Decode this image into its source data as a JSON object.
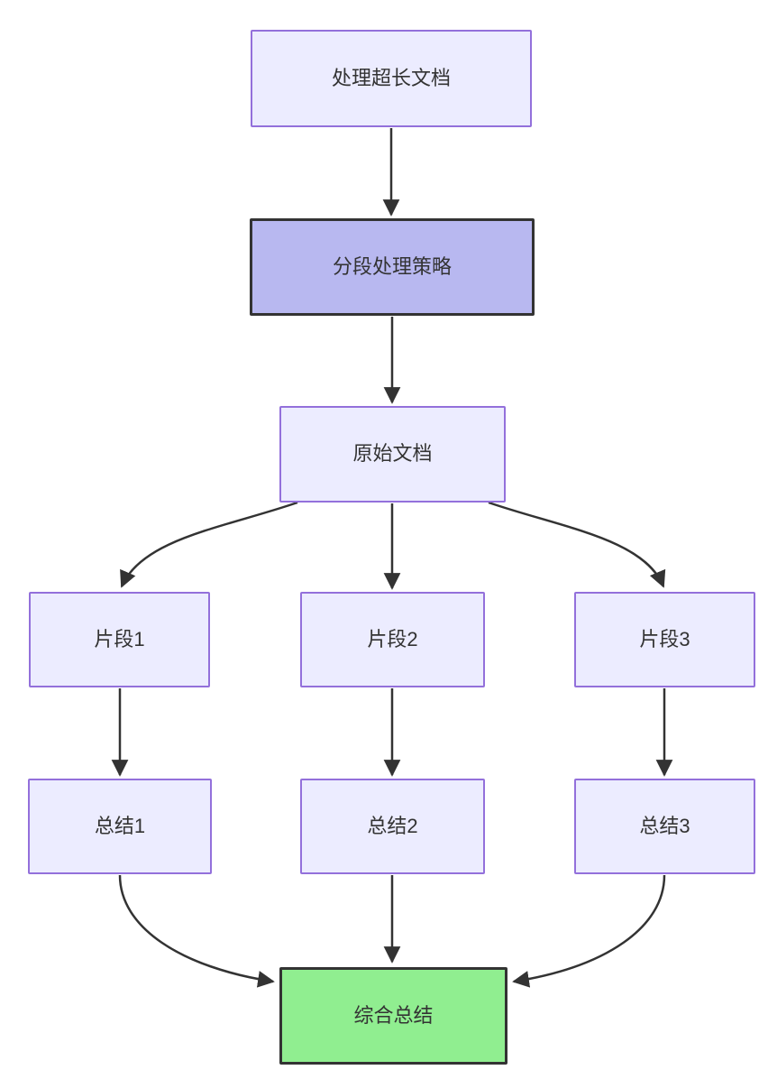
{
  "diagram": {
    "type": "flowchart",
    "direction": "top-down",
    "nodes": [
      {
        "id": "A",
        "label": "处理超长文档",
        "style": "default"
      },
      {
        "id": "B",
        "label": "分段处理策略",
        "style": "highlight-purple"
      },
      {
        "id": "C",
        "label": "原始文档",
        "style": "default"
      },
      {
        "id": "D1",
        "label": "片段1",
        "style": "default"
      },
      {
        "id": "D2",
        "label": "片段2",
        "style": "default"
      },
      {
        "id": "D3",
        "label": "片段3",
        "style": "default"
      },
      {
        "id": "E1",
        "label": "总结1",
        "style": "default"
      },
      {
        "id": "E2",
        "label": "总结2",
        "style": "default"
      },
      {
        "id": "E3",
        "label": "总结3",
        "style": "default"
      },
      {
        "id": "F",
        "label": "综合总结",
        "style": "highlight-green"
      }
    ],
    "edges": [
      {
        "from": "A",
        "to": "B"
      },
      {
        "from": "B",
        "to": "C"
      },
      {
        "from": "C",
        "to": "D1"
      },
      {
        "from": "C",
        "to": "D2"
      },
      {
        "from": "C",
        "to": "D3"
      },
      {
        "from": "D1",
        "to": "E1"
      },
      {
        "from": "D2",
        "to": "E2"
      },
      {
        "from": "D3",
        "to": "E3"
      },
      {
        "from": "E1",
        "to": "F"
      },
      {
        "from": "E2",
        "to": "F"
      },
      {
        "from": "E3",
        "to": "F"
      }
    ],
    "colors": {
      "node-fill": "#ECECFF",
      "node-border": "#9370DB",
      "highlight-fill": "#B8B8F0",
      "success-fill": "#90EE90",
      "dark-border": "#333333",
      "edge": "#333333",
      "text": "#333333",
      "background": "#FFFFFF"
    }
  }
}
